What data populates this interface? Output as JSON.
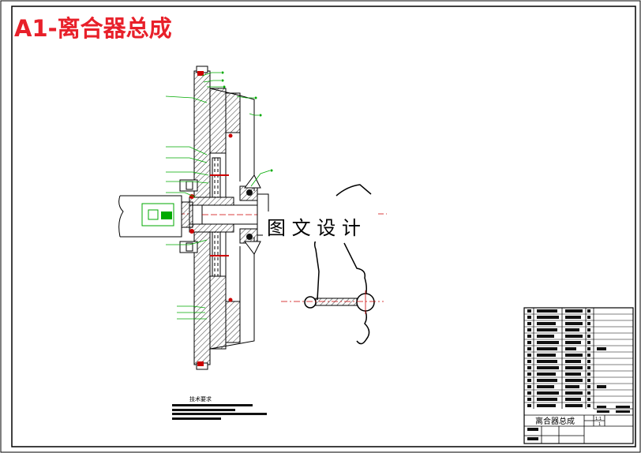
{
  "title": "A1-离合器总成",
  "watermark": "图 文 设 计",
  "notes": {
    "heading": "技术要求"
  },
  "title_block": {
    "name": "离合器总成",
    "scale": "1:1",
    "sheet": "1"
  },
  "colors": {
    "title": "#e8202a",
    "outline": "#000000",
    "centerline": "#cc0000",
    "leader": "#00aa00",
    "hatch": "#444444",
    "dark_fill": "#111111"
  }
}
